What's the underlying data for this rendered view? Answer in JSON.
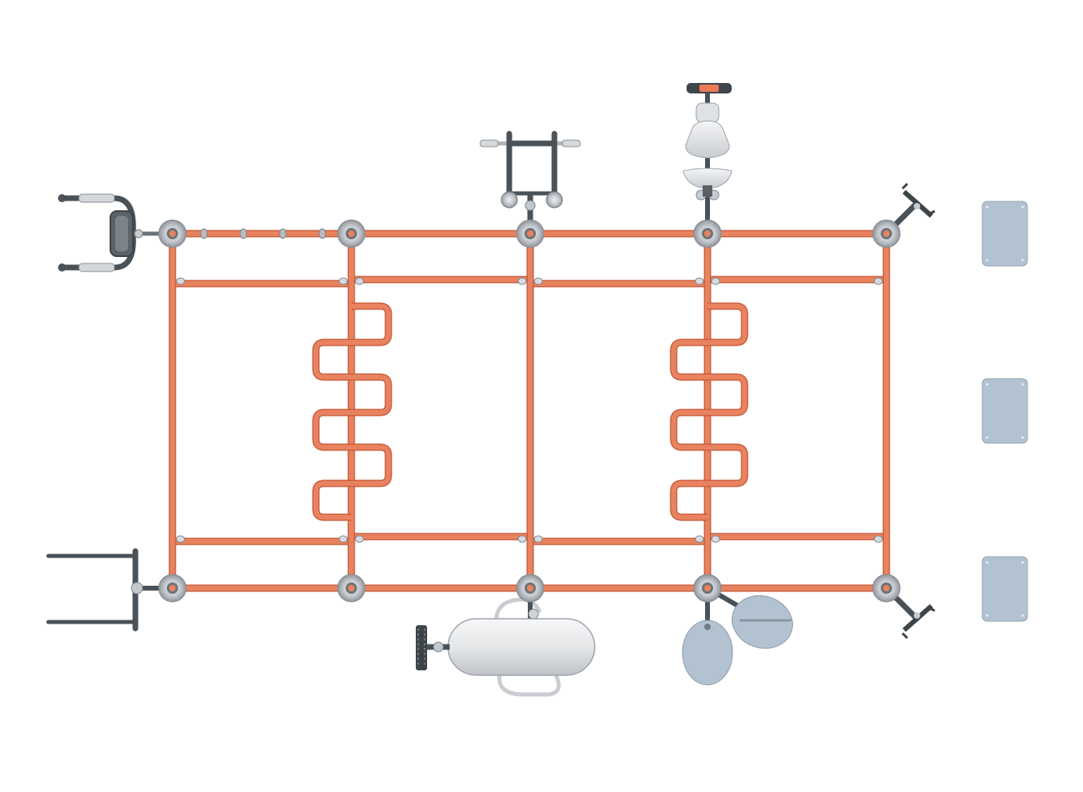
{
  "plan": {
    "view": "top-view",
    "colors": {
      "background": "#ffffff",
      "frame_pipe": "#e9825f",
      "frame_pipe_edge": "#c9603f",
      "post_base": "#b9bec4",
      "post_core": "#6d7378",
      "station_dark": "#4a5258",
      "station_light": "#d9dcdf",
      "panel": "#b3c2d0",
      "seat": "#e3e5e7"
    },
    "stations": [
      {
        "name": "handle-bar-station",
        "icon": "hand-grip-icon"
      },
      {
        "name": "pull-up-station",
        "icon": "pull-up-icon"
      },
      {
        "name": "bike-seat-station",
        "icon": "bike-seat-icon"
      },
      {
        "name": "dip-bar-station",
        "icon": "dip-bar-icon"
      },
      {
        "name": "bench-station",
        "icon": "bench-icon"
      },
      {
        "name": "foot-plate-station",
        "icon": "foot-plate-icon"
      },
      {
        "name": "corner-grip-station",
        "icon": "corner-grip-icon"
      }
    ],
    "ladders": [
      {
        "name": "zigzag-ladder-left",
        "icon": "zigzag-ladder-icon"
      },
      {
        "name": "zigzag-ladder-right",
        "icon": "zigzag-ladder-icon"
      }
    ],
    "info_panels": [
      {
        "name": "info-panel-top",
        "icon": "sign-board-icon"
      },
      {
        "name": "info-panel-middle",
        "icon": "sign-board-icon"
      },
      {
        "name": "info-panel-bottom",
        "icon": "sign-board-icon"
      }
    ]
  }
}
